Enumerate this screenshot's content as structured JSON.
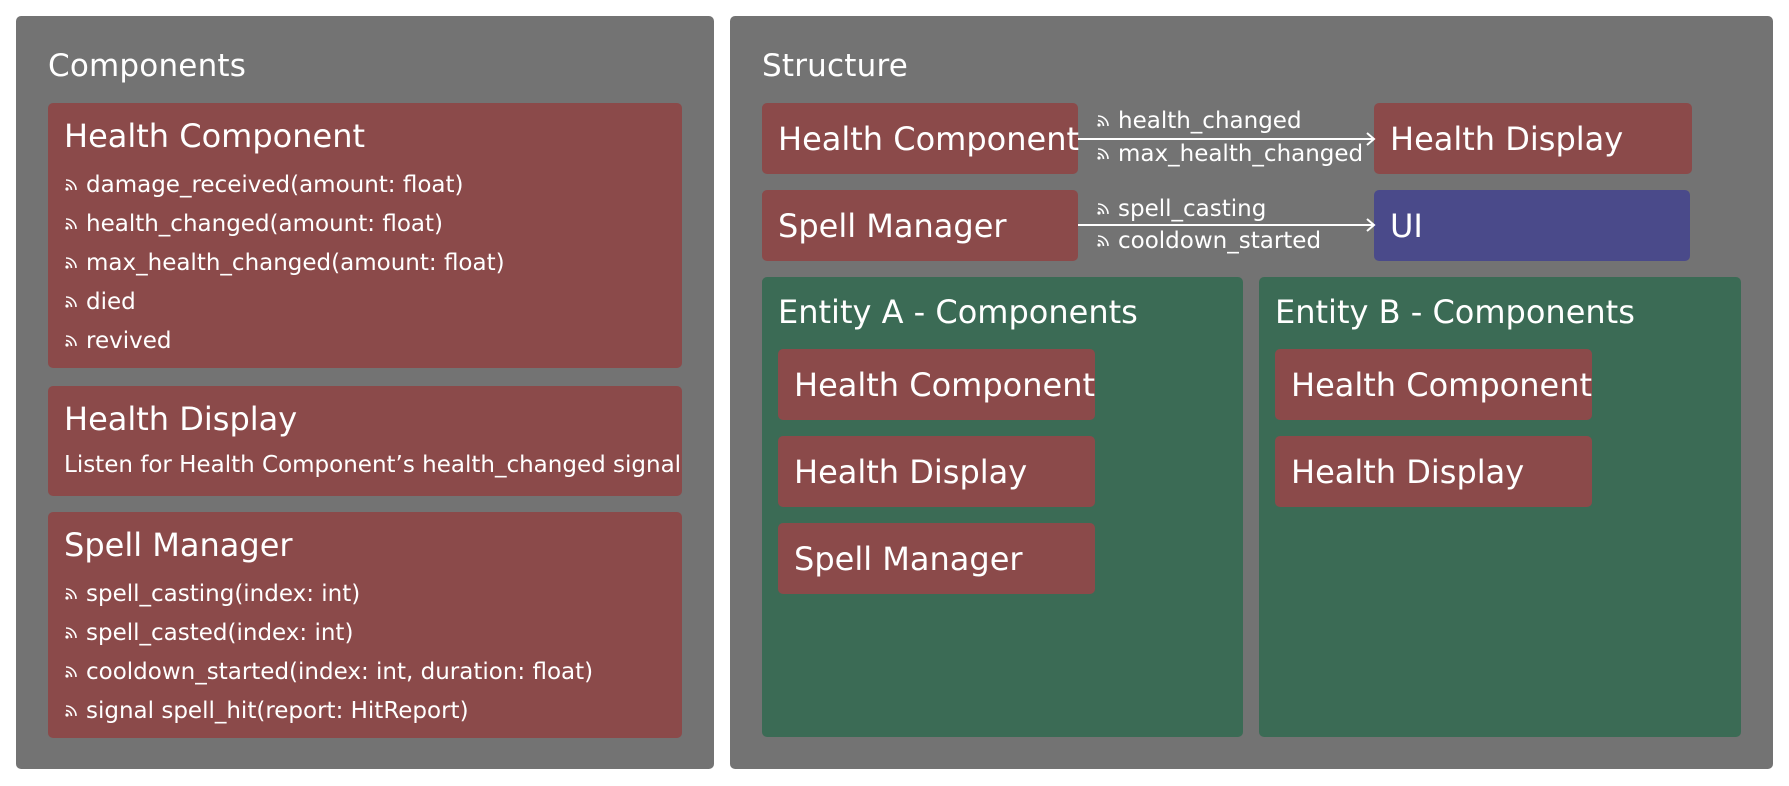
{
  "components_panel": {
    "title": "Components",
    "health_component": {
      "title": "Health Component",
      "signals": [
        "damage_received(amount: float)",
        "health_changed(amount: float)",
        "max_health_changed(amount: float)",
        "died",
        "revived"
      ]
    },
    "health_display": {
      "title": "Health Display",
      "description": "Listen for Health Component’s health_changed signal"
    },
    "spell_manager": {
      "title": "Spell Manager",
      "signals": [
        "spell_casting(index: int)",
        "spell_casted(index: int)",
        "cooldown_started(index: int, duration: float)",
        "signal spell_hit(report: HitReport)"
      ]
    }
  },
  "structure_panel": {
    "title": "Structure",
    "row1": {
      "source": "Health Component",
      "signals": [
        "health_changed",
        "max_health_changed"
      ],
      "target": "Health Display"
    },
    "row2": {
      "source": "Spell Manager",
      "signals": [
        "spell_casting",
        "cooldown_started"
      ],
      "target": "UI"
    },
    "entity_a": {
      "title": "Entity A - Components",
      "items": [
        "Health Component",
        "Health Display",
        "Spell Manager"
      ]
    },
    "entity_b": {
      "title": "Entity B - Components",
      "items": [
        "Health Component",
        "Health Display"
      ]
    }
  },
  "colors": {
    "panel": "#737373",
    "component_box": "#8b4a4a",
    "ui_box": "#4a4a8a",
    "entity_box": "#3b6b55",
    "text": "#ffffff"
  },
  "icons": {
    "signal": "signal-icon",
    "arrow": "arrow-icon"
  }
}
